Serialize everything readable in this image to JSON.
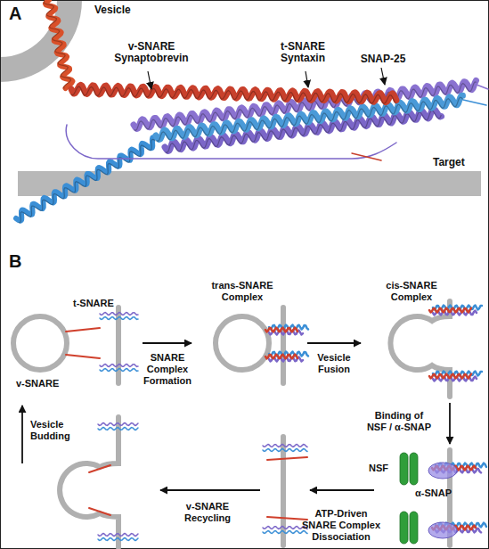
{
  "diagram": {
    "nodes": [
      {
        "text": [
          "Vesicle"
        ]
      },
      {
        "text": [
          "Target"
        ]
      }
    ],
    "labels": [
      "A",
      "v-SNARE Synaptobrevin",
      "t-SNARE Syntaxin",
      "SNAP-25",
      "B",
      "t-SNARE",
      "v-SNARE",
      "SNARE Complex Formation",
      "trans-SNARE Complex",
      "Vesicle Fusion",
      "cis-SNARE Complex",
      "Binding of NSF / α-SNAP",
      "NSF",
      "α-SNAP",
      "ATP-Driven SNARE Complex Dissociation",
      "v-SNARE Recycling",
      "Vesicle Budding"
    ]
  }
}
